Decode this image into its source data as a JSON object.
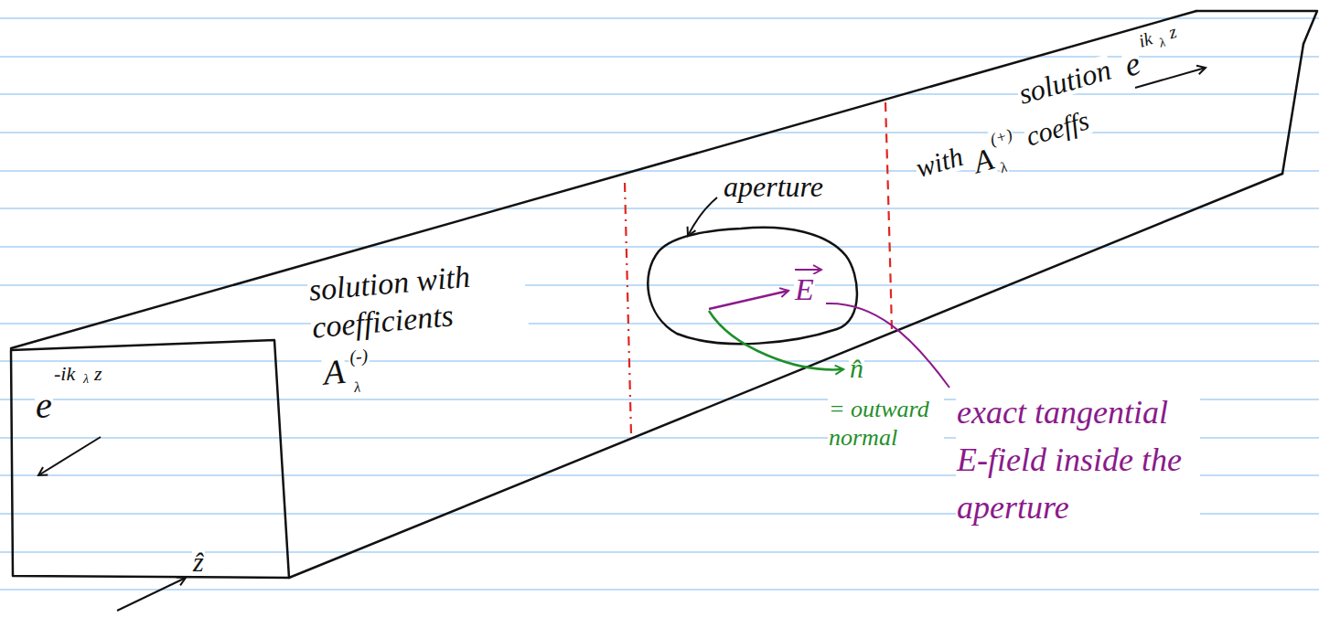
{
  "diagram": {
    "labels": [
      "solution",
      "e",
      "ik",
      "λ",
      "z",
      "with",
      "A",
      "(+)",
      "λ",
      "coeffs",
      "aperture",
      "E",
      "solution with coefficients",
      "A",
      "(-)",
      "λ",
      "n̂",
      "= outward normal",
      "exact tangential E-field inside the aperture",
      "-ik",
      "λ",
      "z",
      "e",
      "ẑ"
    ]
  }
}
